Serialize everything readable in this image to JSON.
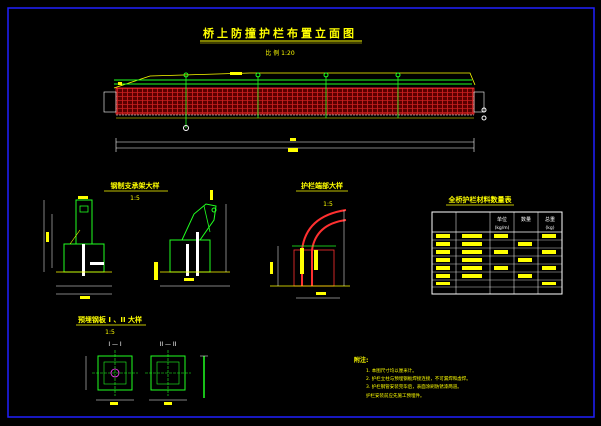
{
  "colors": {
    "background": "#000000",
    "frame": "#2020ff",
    "text": "#ffff00",
    "red": "#ff2020",
    "green": "#20ff20",
    "white": "#ffffff",
    "cyan": "#20ffff",
    "magenta": "#ff40ff"
  },
  "title": "桥上防撞护栏布置立面图",
  "scale_main": "比 例 1:20",
  "detail_a": {
    "title": "钢制支承架大样",
    "scale": "1:5"
  },
  "detail_b": {
    "title": "护栏端部大样",
    "scale": "1:5"
  },
  "detail_c": {
    "title": "预埋钢板 I 、II 大样",
    "scale": "1:5",
    "sub_left": "I — I",
    "sub_right": "II — II"
  },
  "table": {
    "title": "全桥护栏材料数量表",
    "headers": [
      "",
      "",
      "单位",
      "数量",
      "总重"
    ],
    "units": [
      "",
      "",
      "(kg/m)",
      "",
      "(kg)"
    ]
  },
  "notes": {
    "heading": "附注:",
    "lines": [
      "1. 本图尺寸均以厘米计。",
      "2. 护栏立柱与预埋钢板焊接连接，不可漏焊和虚焊。",
      "3. 护栏钢管安装完毕后，表面涂刷防锈漆两道。",
      "   护栏安装前应先施工预埋件。"
    ]
  }
}
